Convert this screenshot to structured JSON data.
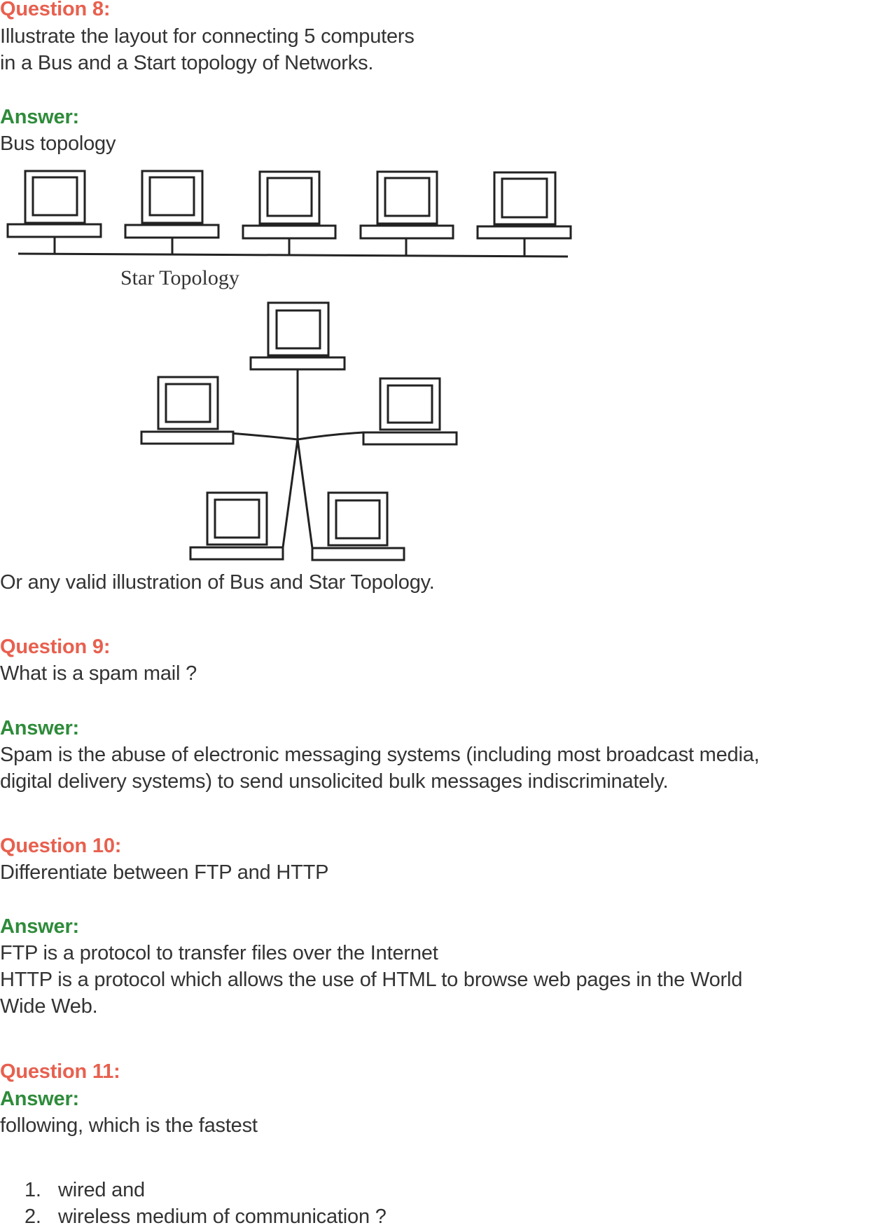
{
  "questions": [
    {
      "number_label": "Question 8:",
      "prompt_lines": [
        "Illustrate the layout for connecting 5 computers",
        "in a Bus and a Start topology of Networks."
      ],
      "answer_label": "Answer:",
      "answer_lines": [
        "Bus topology"
      ],
      "figures": {
        "bus": {
          "label": "Bus topology",
          "computers": 5
        },
        "star": {
          "label": "Star Topology",
          "computers": 5
        }
      },
      "after_figure_text": "Or any valid illustration of Bus and Star Topology."
    },
    {
      "number_label": "Question 9:",
      "prompt_lines": [
        "What is a spam mail ?"
      ],
      "answer_label": "Answer:",
      "answer_lines": [
        "Spam is the abuse of electronic messaging systems (including most broadcast media,",
        "digital delivery systems) to send unsolicited bulk messages indiscriminately."
      ]
    },
    {
      "number_label": "Question 10:",
      "prompt_lines": [
        "Differentiate between FTP and HTTP"
      ],
      "answer_label": "Answer:",
      "answer_lines": [
        "FTP is a protocol to transfer files over the Internet",
        "HTTP is a protocol which allows the use of HTML to browse web pages in the World",
        "Wide Web."
      ]
    },
    {
      "number_label": "Question 11:",
      "answer_label": "Answer:",
      "answer_lines": [
        "following, which is the fastest"
      ],
      "list": [
        {
          "num": "1.",
          "text": "wired and"
        },
        {
          "num": "2.",
          "text": "wireless medium of communication ?"
        }
      ]
    }
  ],
  "colors": {
    "question": "#e8604f",
    "answer": "#2e8b3a",
    "body": "#333333"
  }
}
